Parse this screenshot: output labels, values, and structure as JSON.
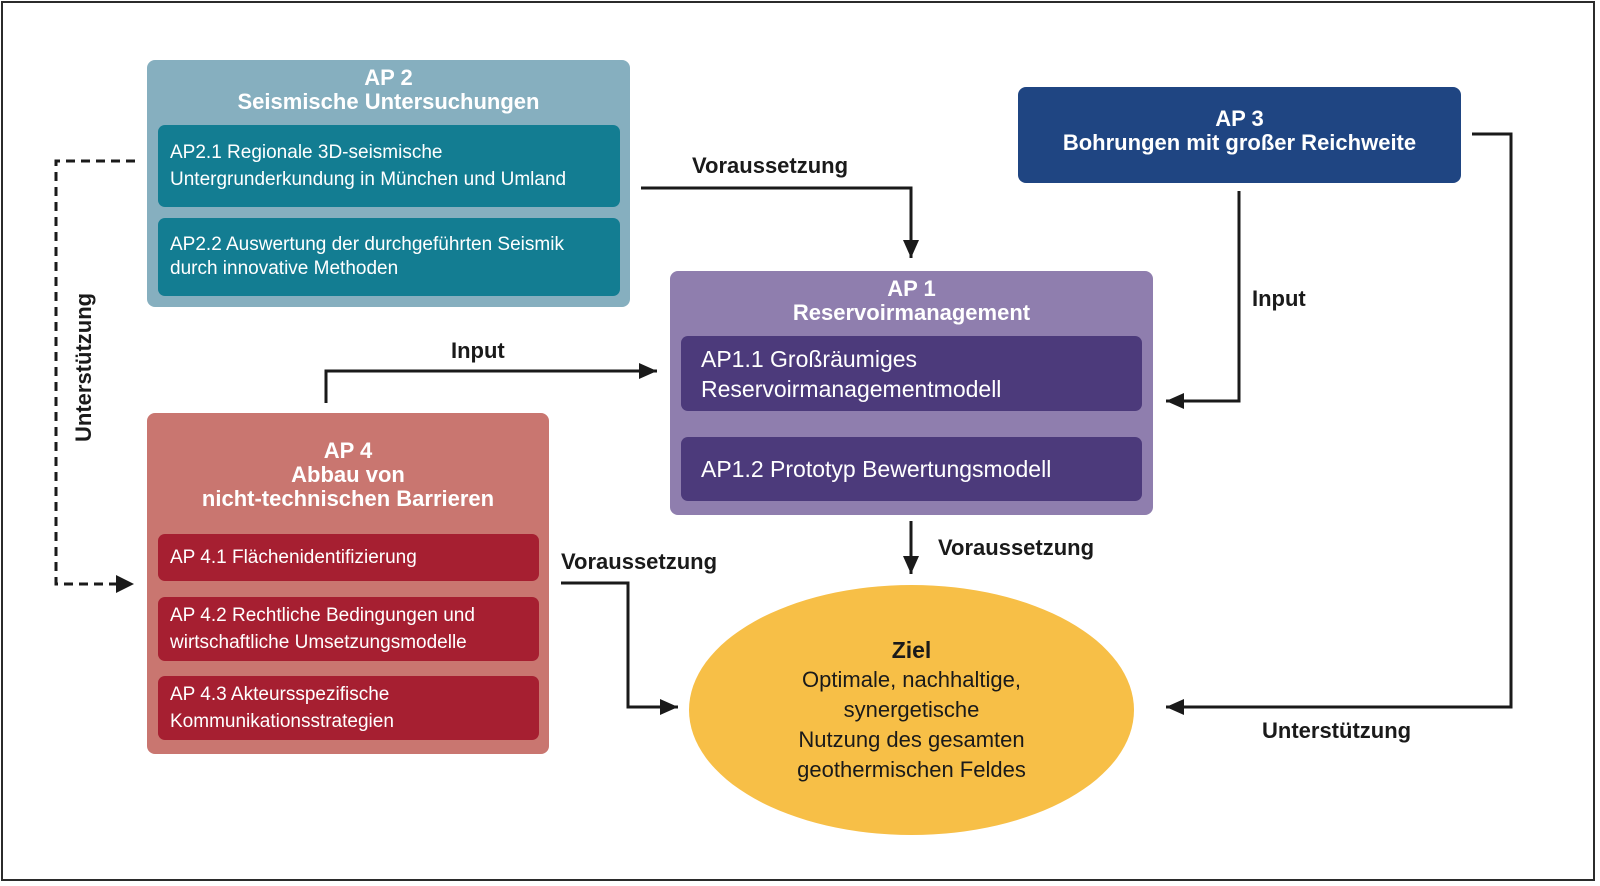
{
  "diagram": {
    "colors": {
      "ap1_outer": "#8f7eae",
      "ap1_inner": "#4c3a7b",
      "ap2_outer": "#86afbf",
      "ap2_inner": "#137d92",
      "ap3": "#1f4582",
      "ap4_outer": "#c97670",
      "ap4_inner": "#a61f31",
      "goal": "#f7bf47",
      "connector": "#1a1a1a"
    },
    "ap2": {
      "title_line1": "AP 2",
      "title_line2": "Seismische Untersuchungen",
      "subtasks": [
        {
          "line1": "AP2.1 Regionale 3D-seismische",
          "line2": "Untergrunderkundung in München und Umland"
        },
        {
          "line1": "AP2.2 Auswertung der durchgeführten Seismik",
          "line2": "durch innovative Methoden"
        }
      ]
    },
    "ap3": {
      "title_line1": "AP 3",
      "title_line2": "Bohrungen mit großer Reichweite"
    },
    "ap1": {
      "title_line1": "AP 1",
      "title_line2": "Reservoirmanagement",
      "subtasks": [
        {
          "line1": "AP1.1 Großräumiges",
          "line2": "Reservoirmanagementmodell"
        },
        {
          "line1": "AP1.2 Prototyp Bewertungsmodell"
        }
      ]
    },
    "ap4": {
      "title_line1": "AP 4",
      "title_line2": "Abbau von",
      "title_line3": "nicht-technischen Barrieren",
      "subtasks": [
        {
          "line1": "AP 4.1 Flächenidentifizierung"
        },
        {
          "line1": "AP 4.2 Rechtliche Bedingungen und",
          "line2": "wirtschaftliche Umsetzungsmodelle"
        },
        {
          "line1": "AP 4.3 Akteursspezifische",
          "line2": "Kommunikationsstrategien"
        }
      ]
    },
    "goal": {
      "title": "Ziel",
      "lines": [
        "Optimale, nachhaltige,",
        "synergetische",
        "Nutzung des gesamten",
        "geothermischen Feldes"
      ]
    },
    "connectors": {
      "ap2_to_ap1": {
        "label": "Voraussetzung",
        "style": "solid"
      },
      "ap3_to_ap1": {
        "label": "Input",
        "style": "solid"
      },
      "ap4_to_ap1": {
        "label": "Input",
        "style": "solid"
      },
      "ap1_to_goal": {
        "label": "Voraussetzung",
        "style": "solid"
      },
      "ap4_to_goal": {
        "label": "Voraussetzung",
        "style": "solid"
      },
      "ap3_to_goal": {
        "label": "Unterstützung",
        "style": "solid"
      },
      "ap2_to_ap4": {
        "label": "Unterstützung",
        "style": "dashed"
      },
      "ap11_to_ap12": {
        "label": "",
        "style": "solid"
      }
    }
  }
}
